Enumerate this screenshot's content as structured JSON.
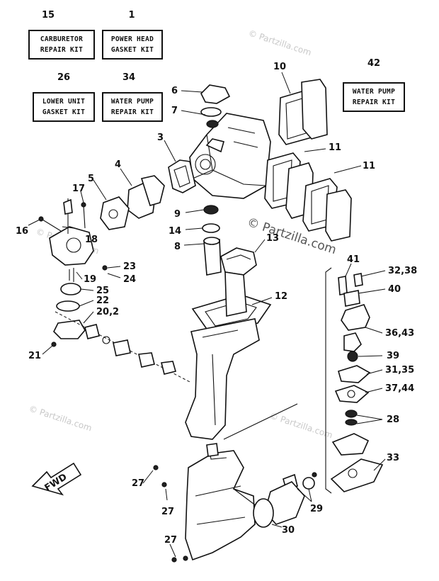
{
  "kits": [
    {
      "num": "15",
      "line1": "CARBURETOR",
      "line2": "REPAIR KIT"
    },
    {
      "num": "1",
      "line1": "POWER HEAD",
      "line2": "GASKET KIT"
    },
    {
      "num": "26",
      "line1": "LOWER UNIT",
      "line2": "GASKET KIT"
    },
    {
      "num": "34",
      "line1": "WATER PUMP",
      "line2": "REPAIR KIT"
    },
    {
      "num": "42",
      "line1": "WATER PUMP",
      "line2": "REPAIR KIT"
    }
  ],
  "callouts": [
    "10",
    "6",
    "7",
    "3",
    "4",
    "5",
    "17",
    "16",
    "18",
    "11",
    "11",
    "9",
    "14",
    "8",
    "13",
    "23",
    "19",
    "24",
    "25",
    "22",
    "20,2",
    "21",
    "12",
    "41",
    "32,38",
    "40",
    "36,43",
    "39",
    "31,35",
    "37,44",
    "28",
    "33",
    "27",
    "27",
    "27",
    "29",
    "30"
  ],
  "fwd_label": "FWD",
  "watermark": "© Partzilla.com",
  "watermark_large": "© Partzilla.com"
}
